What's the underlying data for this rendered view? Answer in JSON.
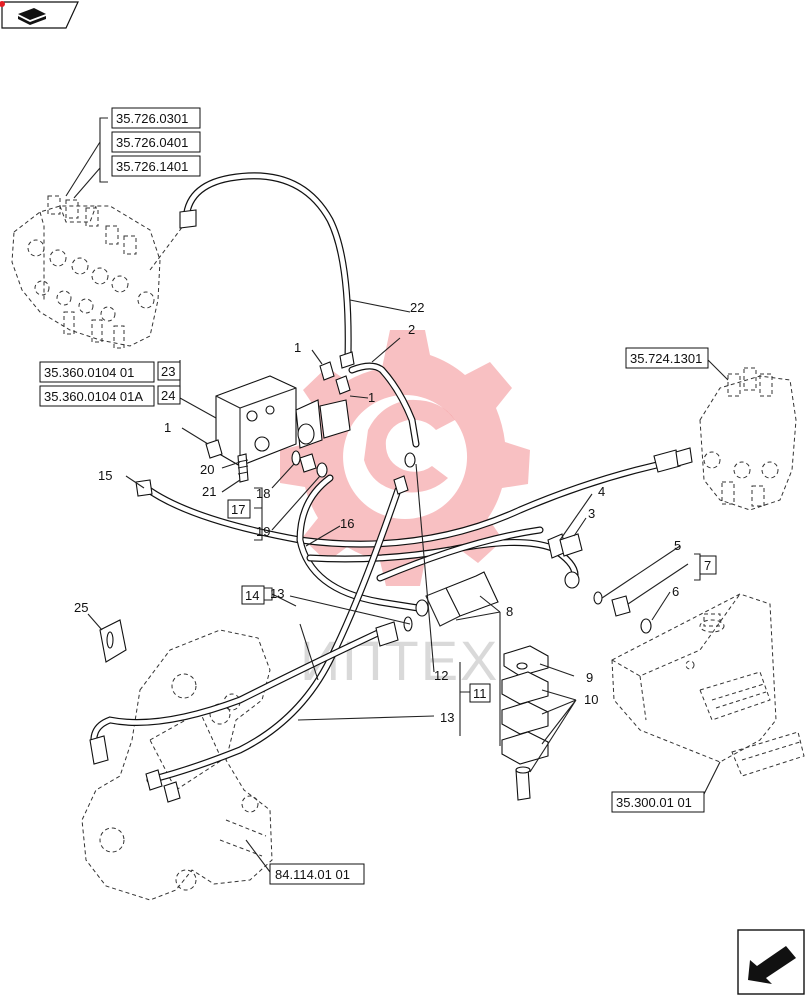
{
  "callouts": {
    "n1a": "1",
    "n1b": "1",
    "n1c": "1",
    "n2": "2",
    "n3": "3",
    "n4": "4",
    "n5": "5",
    "n6": "6",
    "n8": "8",
    "n9": "9",
    "n10": "10",
    "n12": "12",
    "n13a": "13",
    "n13b": "13",
    "n15": "15",
    "n16": "16",
    "n18": "18",
    "n19": "19",
    "n20": "20",
    "n21": "21",
    "n22": "22",
    "n25": "25"
  },
  "boxed_callouts": {
    "b7": "7",
    "b11": "11",
    "b14": "14",
    "b17": "17",
    "b23": "23",
    "b24": "24"
  },
  "references": {
    "r1": "35.726.0301",
    "r2": "35.726.0401",
    "r3": "35.726.1401",
    "r4": "35.360.0104 01",
    "r5": "35.360.0104 01A",
    "r6": "35.724.1301",
    "r7": "35.300.01 01",
    "r8": "84.114.01 01"
  },
  "watermark": {
    "text": "ИПТЕХ",
    "color": "#e51e25"
  },
  "icons": [
    "book-nav-icon",
    "next-page-arrow-icon"
  ]
}
